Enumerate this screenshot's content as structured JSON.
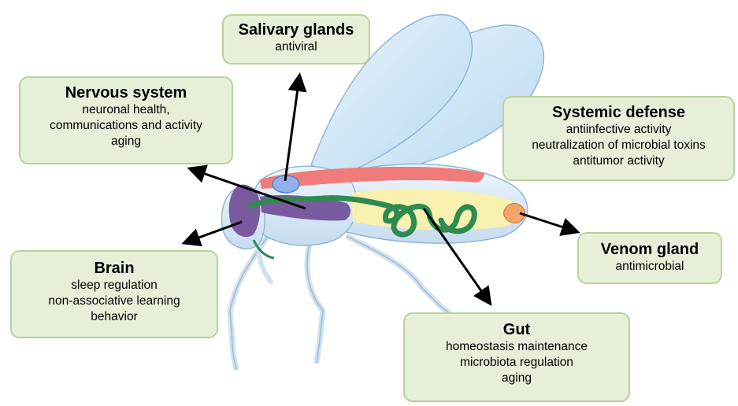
{
  "callouts": {
    "salivary": {
      "title": "Salivary glands",
      "lines": [
        "antiviral"
      ]
    },
    "nervous": {
      "title": "Nervous system",
      "lines": [
        "neuronal health,",
        "communications and activity",
        "aging"
      ]
    },
    "systemic": {
      "title": "Systemic defense",
      "lines": [
        "antiinfective activity",
        "neutralization of microbial toxins",
        "antitumor activity"
      ]
    },
    "venom": {
      "title": "Venom gland",
      "lines": [
        "antimicrobial"
      ]
    },
    "brain": {
      "title": "Brain",
      "lines": [
        "sleep regulation",
        "non-associative learning",
        "behavior"
      ]
    },
    "gut": {
      "title": "Gut",
      "lines": [
        "homeostasis maintenance",
        "microbiota regulation",
        "aging"
      ]
    }
  },
  "colors": {
    "callout_fill": "#e6f0d9",
    "callout_border": "#b9d199",
    "nervous_system": "#7a5a9e",
    "gut": "#2e8b4f",
    "dorsal_vessel": "#f07b7b",
    "fat_body": "#fbf2a9",
    "venom_gland": "#f4a46a",
    "salivary_gland": "#8fb2ea"
  }
}
